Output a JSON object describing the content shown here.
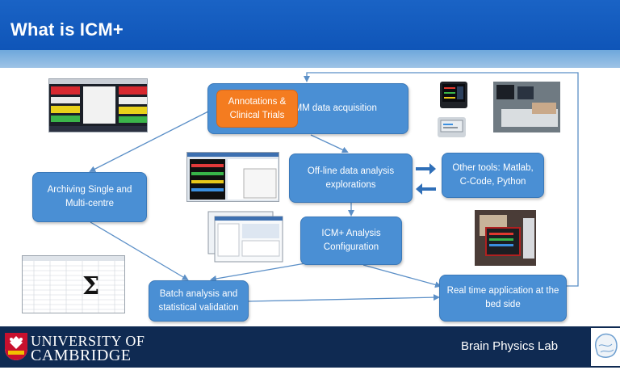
{
  "header": {
    "title": "What is ICM+"
  },
  "diagram": {
    "nodes": {
      "annotations": "Annotations & Clinical Trials",
      "mmm": "MMM data acquisition",
      "archiving": "Archiving Single and Multi-centre",
      "offline": "Off-line data analysis explorations",
      "other_tools": "Other tools: Matlab, C-Code, Python",
      "icm_config": "ICM+ Analysis Configuration",
      "batch": "Batch analysis and statistical validation",
      "realtime": "Real time application at the bed side"
    },
    "symbols": {
      "sigma": "Σ"
    }
  },
  "footer": {
    "university_line1": "UNIVERSITY OF",
    "university_line2": "CAMBRIDGE",
    "lab": "Brain Physics Lab"
  },
  "colors": {
    "header": "#1a63c5",
    "box": "#4a8fd4",
    "accent": "#f47c20",
    "arrow": "#5b8fc7",
    "footer": "#0f2a52"
  }
}
